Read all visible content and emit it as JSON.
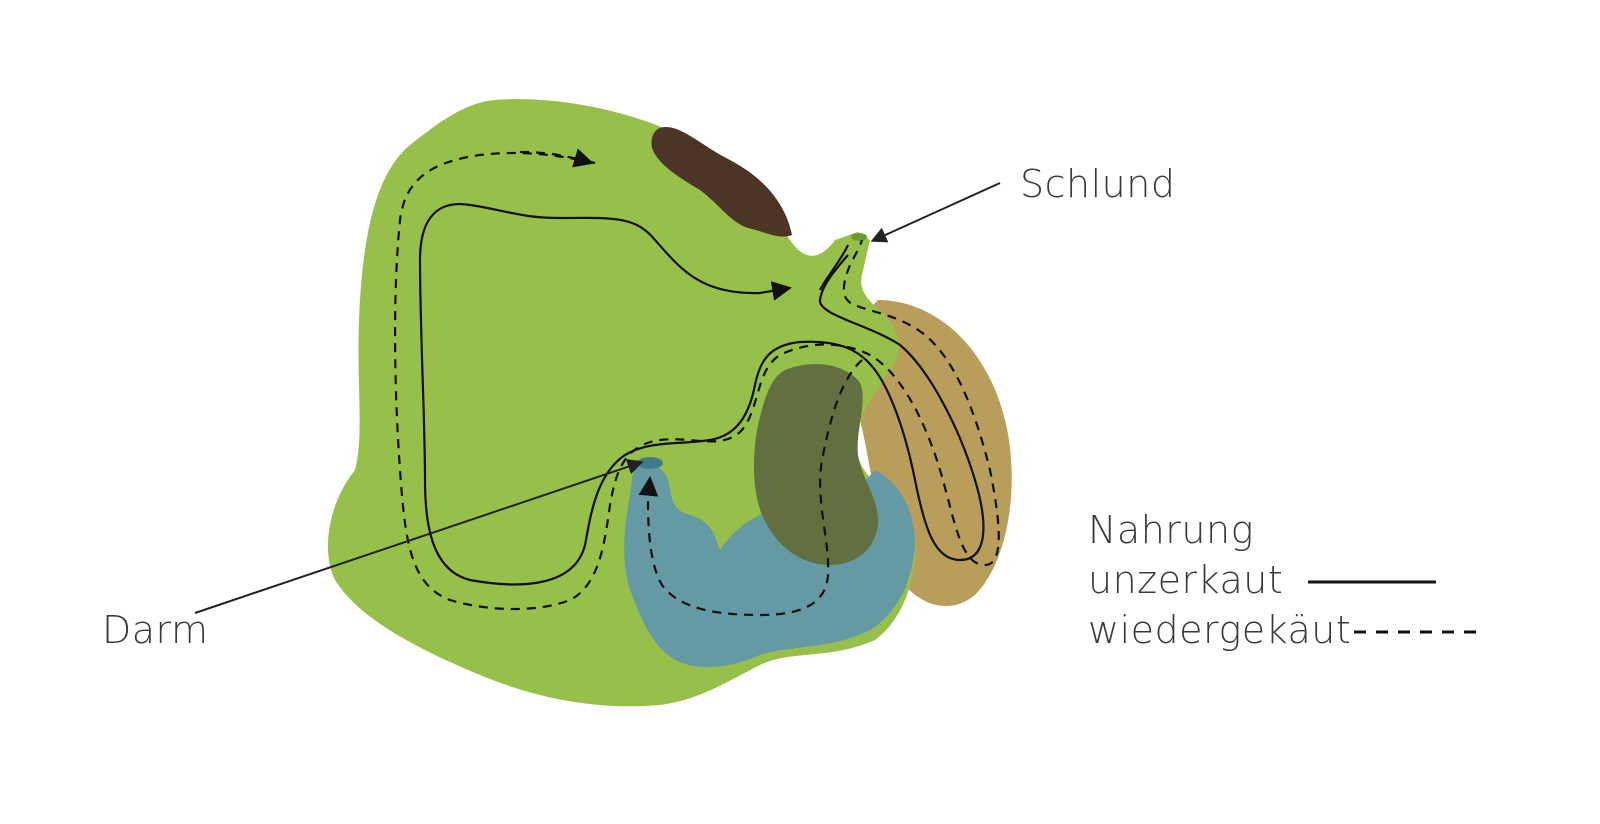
{
  "labels": {
    "schlund": "Schlund",
    "darm": "Darm"
  },
  "legend": {
    "title": "Nahrung",
    "unchewed": "unzerkaut",
    "ruminated": "wiedergekäut"
  },
  "colors": {
    "rumen": "#97c04b",
    "reticulum": "#4b3526",
    "omasum": "#627041",
    "abomasum": "#6599a3",
    "intestine_section": "#b99d5b",
    "path_stroke": "#111111",
    "label_text": "#3a3a3a"
  }
}
